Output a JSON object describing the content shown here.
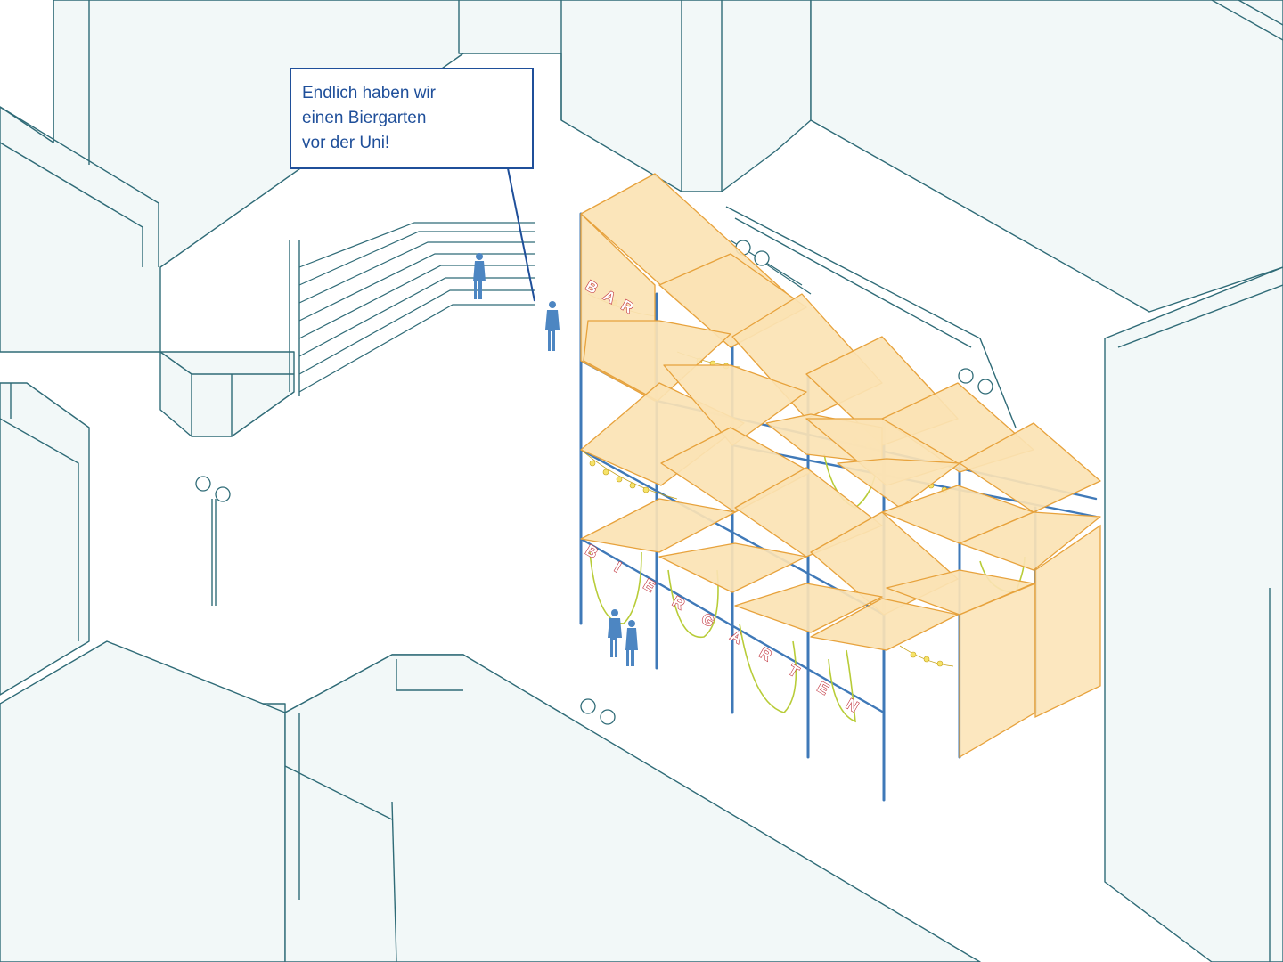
{
  "speech_bubble": {
    "lines": [
      "Endlich haben wir",
      "einen Biergarten",
      "vor der Uni!"
    ]
  },
  "signs": {
    "bar": "BAR",
    "biergarten": "BIERGARTEN"
  },
  "colors": {
    "outline": "#2f6b77",
    "building_fill": "#f2f8f8",
    "canopy_fill": "#fbe3b4",
    "canopy_edge": "#e7a23c",
    "structure": "#3f79b8",
    "hammock": "#b8cc38",
    "sign_letters": "#c0303a",
    "speech_text": "#1f4f9a"
  },
  "icons": [
    "person-figure-icon",
    "street-lamp-icon",
    "hammock-icon",
    "string-light-icon"
  ]
}
